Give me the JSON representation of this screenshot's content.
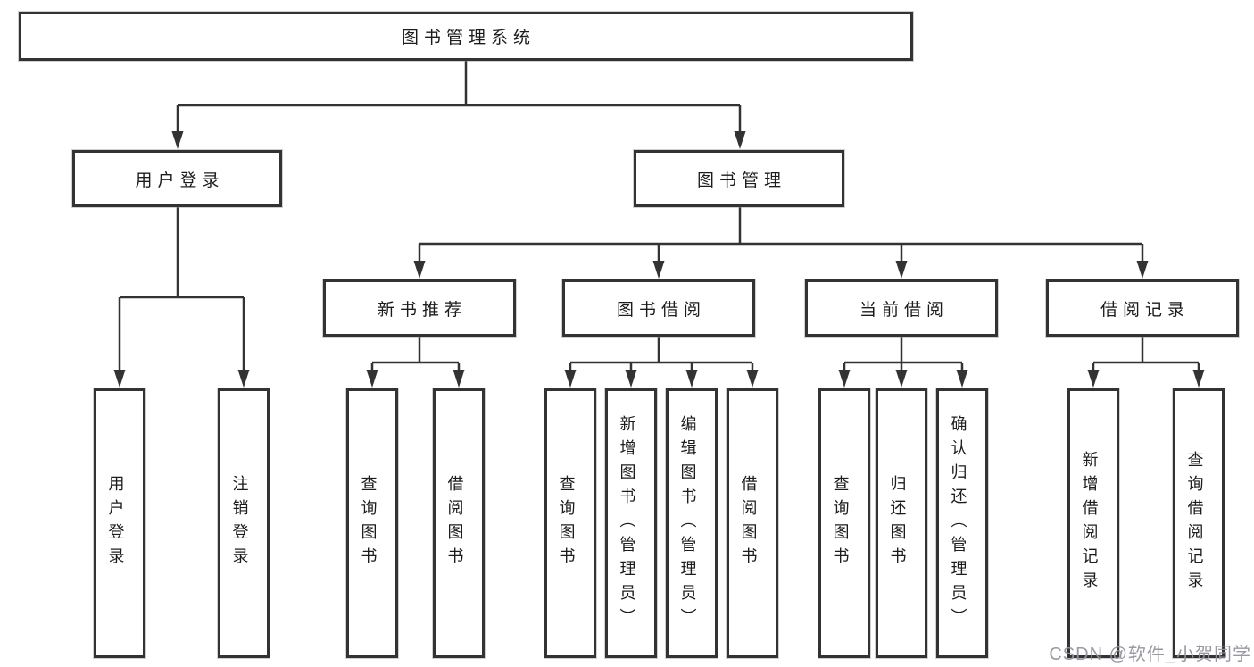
{
  "diagram": {
    "root": "图书管理系统",
    "level2": [
      "用户登录",
      "图书管理"
    ],
    "level3": [
      "新书推荐",
      "图书借阅",
      "当前借阅",
      "借阅记录"
    ],
    "leaves": [
      "用户登录",
      "注销登录",
      "查询图书",
      "借阅图书",
      "查询图书",
      "新增图书（管理员）",
      "编辑图书（管理员）",
      "借阅图书",
      "查询图书",
      "归还图书",
      "确认归还（管理员）",
      "新增借阅记录",
      "查询借阅记录"
    ]
  },
  "watermark": "CSDN @软件_小贺同学",
  "colors": {
    "line": "#333333",
    "box_border": "#333333",
    "text": "#1c1c1c",
    "background": "#ffffff",
    "watermark": "#94949e"
  }
}
